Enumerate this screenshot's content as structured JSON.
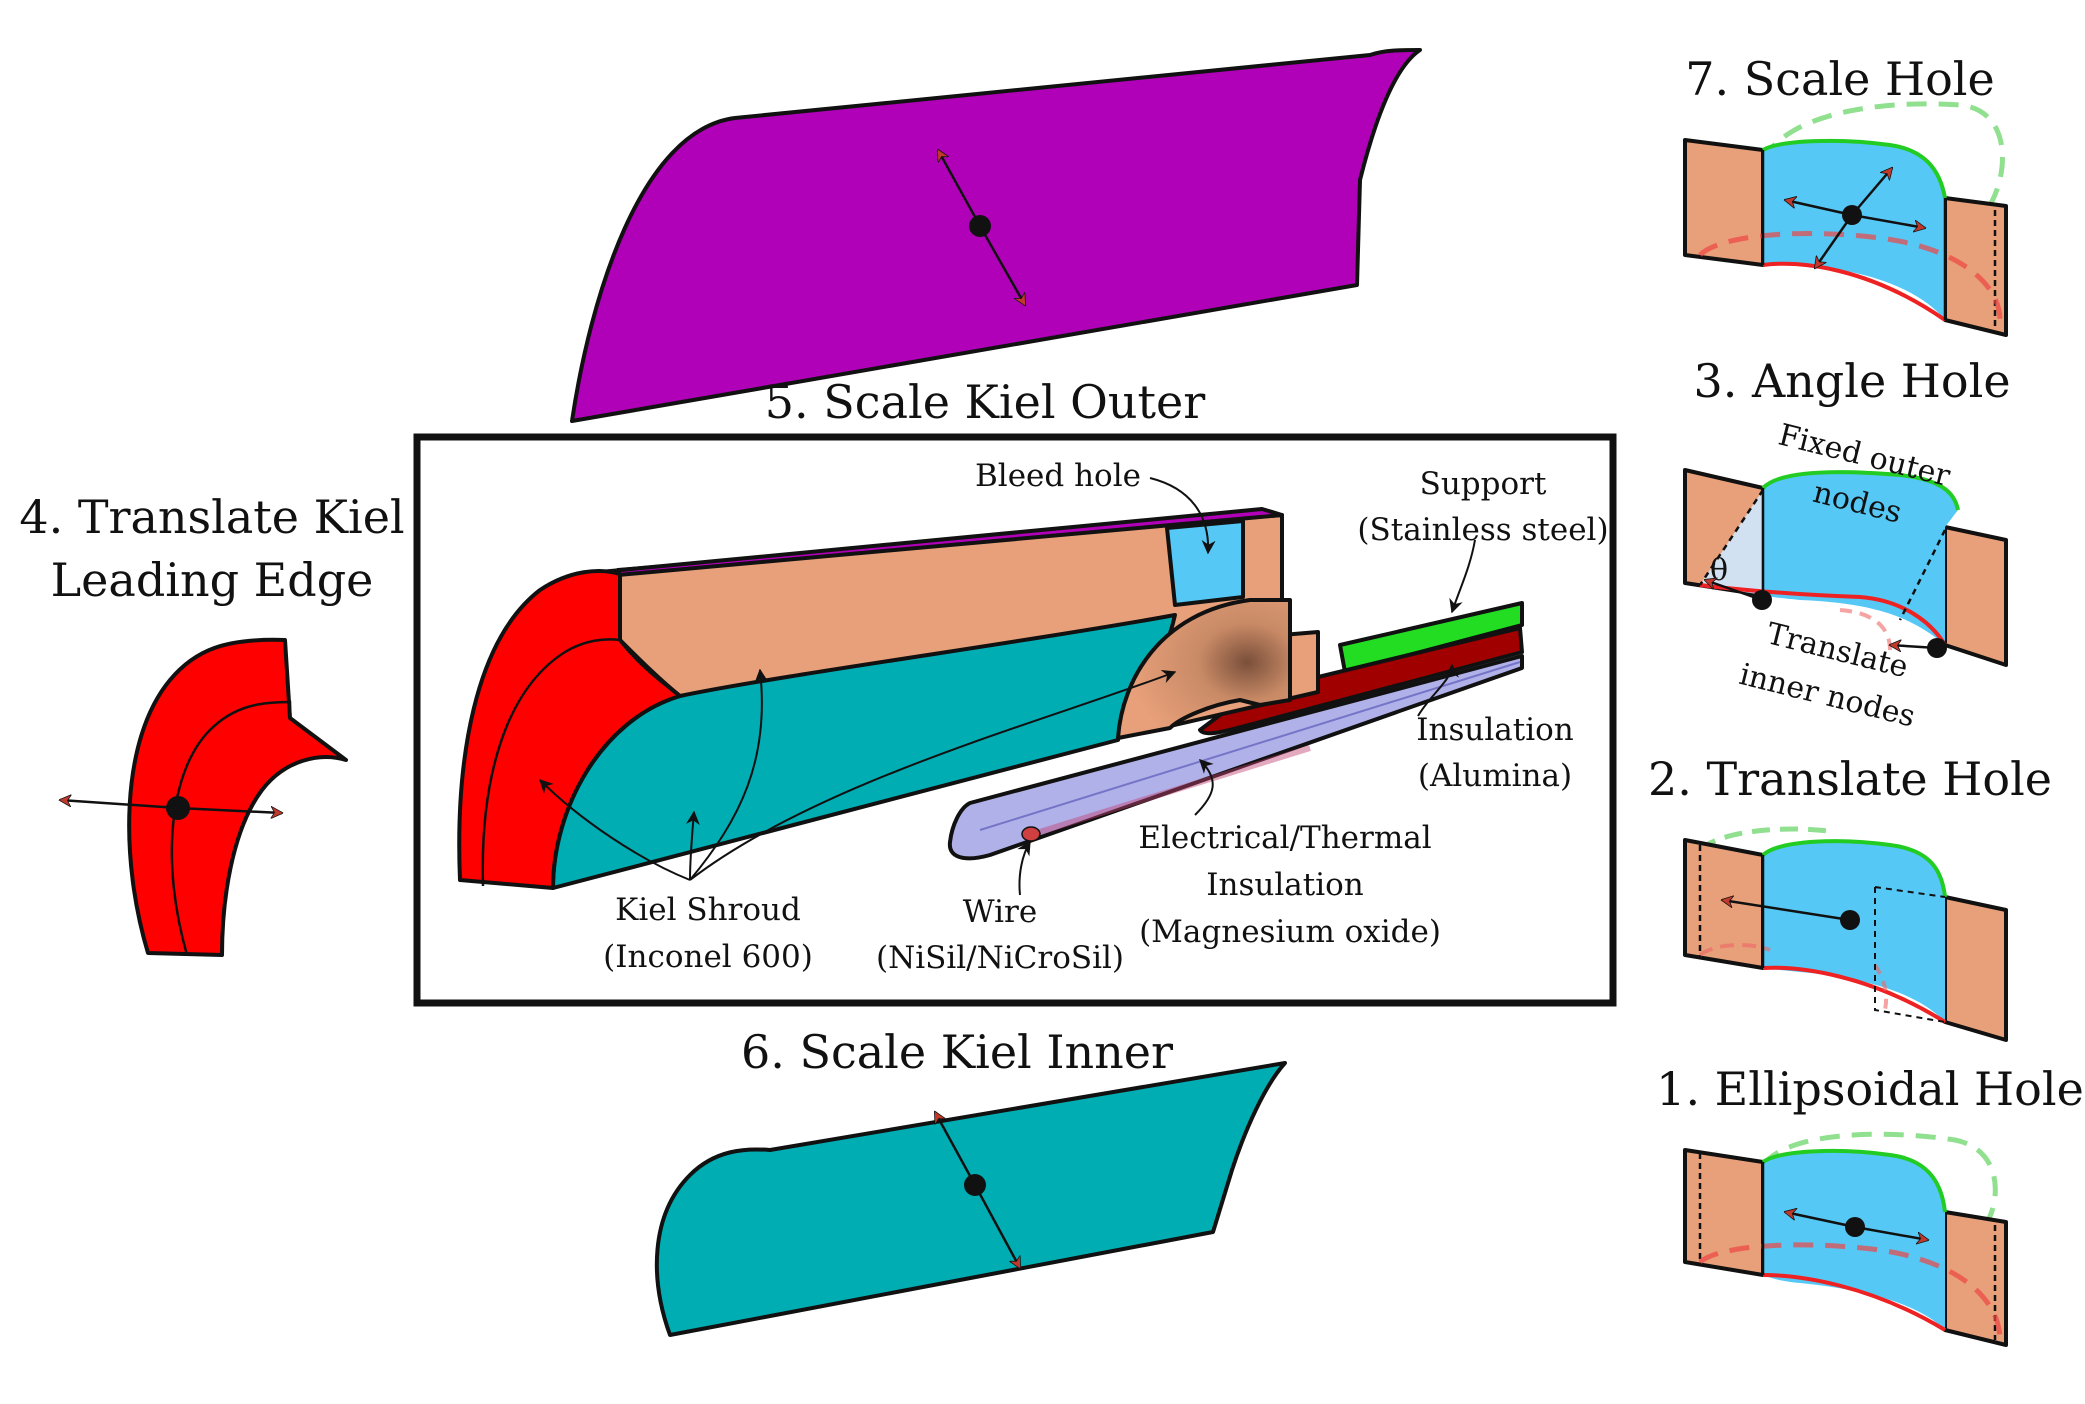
{
  "panels": {
    "scale_kiel_outer": {
      "title": "5. Scale Kiel Outer"
    },
    "translate_kiel_le": {
      "title_line1": "4. Translate Kiel",
      "title_line2": "Leading Edge"
    },
    "scale_kiel_inner": {
      "title": "6. Scale Kiel Inner"
    },
    "scale_hole": {
      "title": "7. Scale Hole"
    },
    "angle_hole": {
      "title": "3. Angle Hole",
      "fixed_line1": "Fixed outer",
      "fixed_line2": "nodes",
      "translate_line1": "Translate",
      "translate_line2": "inner nodes",
      "theta": "θ"
    },
    "translate_hole": {
      "title": "2. Translate Hole"
    },
    "ellipsoidal_hole": {
      "title": "1. Ellipsoidal Hole"
    }
  },
  "center": {
    "bleed_hole": "Bleed hole",
    "support_line1": "Support",
    "support_line2": "(Stainless steel)",
    "insulation_line1": "Insulation",
    "insulation_line2": "(Alumina)",
    "elec_line1": "Electrical/Thermal",
    "elec_line2": "Insulation",
    "elec_line3": "(Magnesium oxide)",
    "wire_line1": "Wire",
    "wire_line2": "(NiSil/NiCroSil)",
    "kiel_line1": "Kiel Shroud",
    "kiel_line2": "(Inconel 600)"
  },
  "colors": {
    "outer": "#b000b8",
    "inner": "#00adb3",
    "red": "#ff0000",
    "tan": "#e8a07a",
    "hole": "#55c8f5",
    "green": "#22dd22",
    "darkred": "#a00000",
    "wire_sheath": "#a3a3e6",
    "arrow": "#c0392b"
  }
}
